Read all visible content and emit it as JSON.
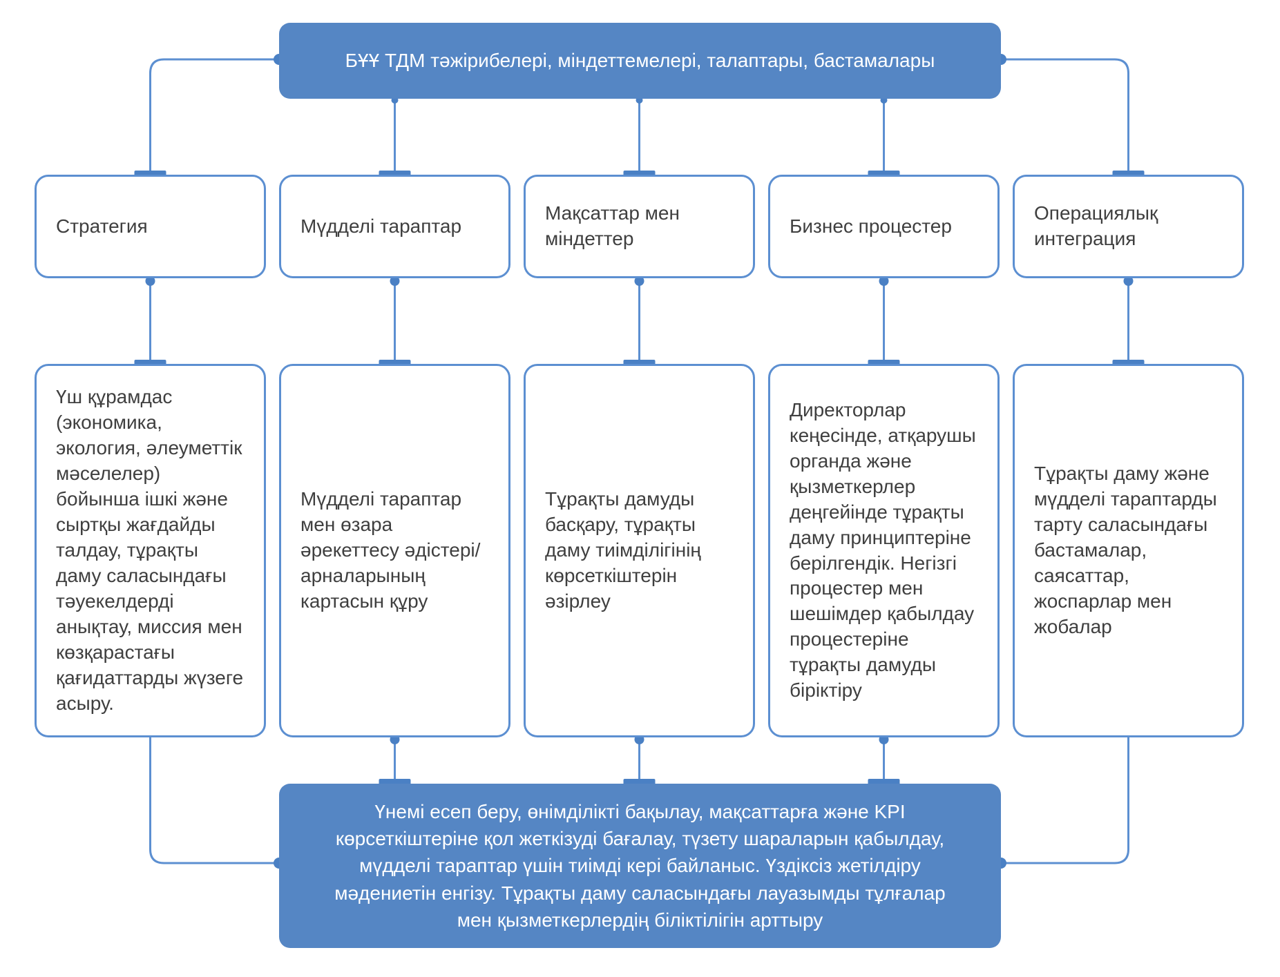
{
  "theme": {
    "box_fill_blue": "#5586C4",
    "line_blue": "#5C8FD1",
    "connector_blue": "#4A80C4",
    "text_dark": "#3F3F3F",
    "text_light": "#FFFFFF",
    "background": "#FFFFFF"
  },
  "diagram": {
    "top_banner": {
      "label": "БҰҰ ТДМ тәжірибелері, міндеттемелері, талаптары, бастамалары"
    },
    "columns": [
      {
        "header": "Стратегия",
        "body": "Үш құрамдас (экономика, экология, әлеуметтік мәселелер) бойынша ішкі және сыртқы жағдайды талдау, тұрақты даму саласындағы тәуекелдерді анықтау, миссия мен көзқарастағы қағидаттарды жүзеге асыру."
      },
      {
        "header": "Мүдделі тараптар",
        "body": "Мүдделі тараптар мен өзара әрекеттесу әдістері/арналарының картасын құру"
      },
      {
        "header": "Мақсаттар мен міндеттер",
        "body": "Тұрақты дамуды басқару, тұрақты даму тиімділігінің көрсеткіштерін әзірлеу"
      },
      {
        "header": "Бизнес процестер",
        "body": "Директорлар кеңесінде, атқарушы органда және қызметкерлер деңгейінде тұрақты даму принциптеріне берілгендік. Негізгі процестер мен шешімдер қабылдау процестеріне тұрақты дамуды біріктіру"
      },
      {
        "header": "Операциялық интеграция",
        "body": "Тұрақты даму және мүдделі тараптарды тарту саласындағы бастамалар, саясаттар, жоспарлар мен жобалар"
      }
    ],
    "bottom_banner": {
      "label": "Үнемі есеп беру, өнімділікті бақылау, мақсаттарға және KPI көрсеткіштеріне қол жеткізуді бағалау, түзету шараларын қабылдау, мүдделі тараптар үшін тиімді кері байланыс. Үздіксіз жетілдіру мәдениетін енгізу. Тұрақты даму саласындағы лауазымды тұлғалар мен қызметкерлердің біліктілігін арттыру"
    }
  }
}
